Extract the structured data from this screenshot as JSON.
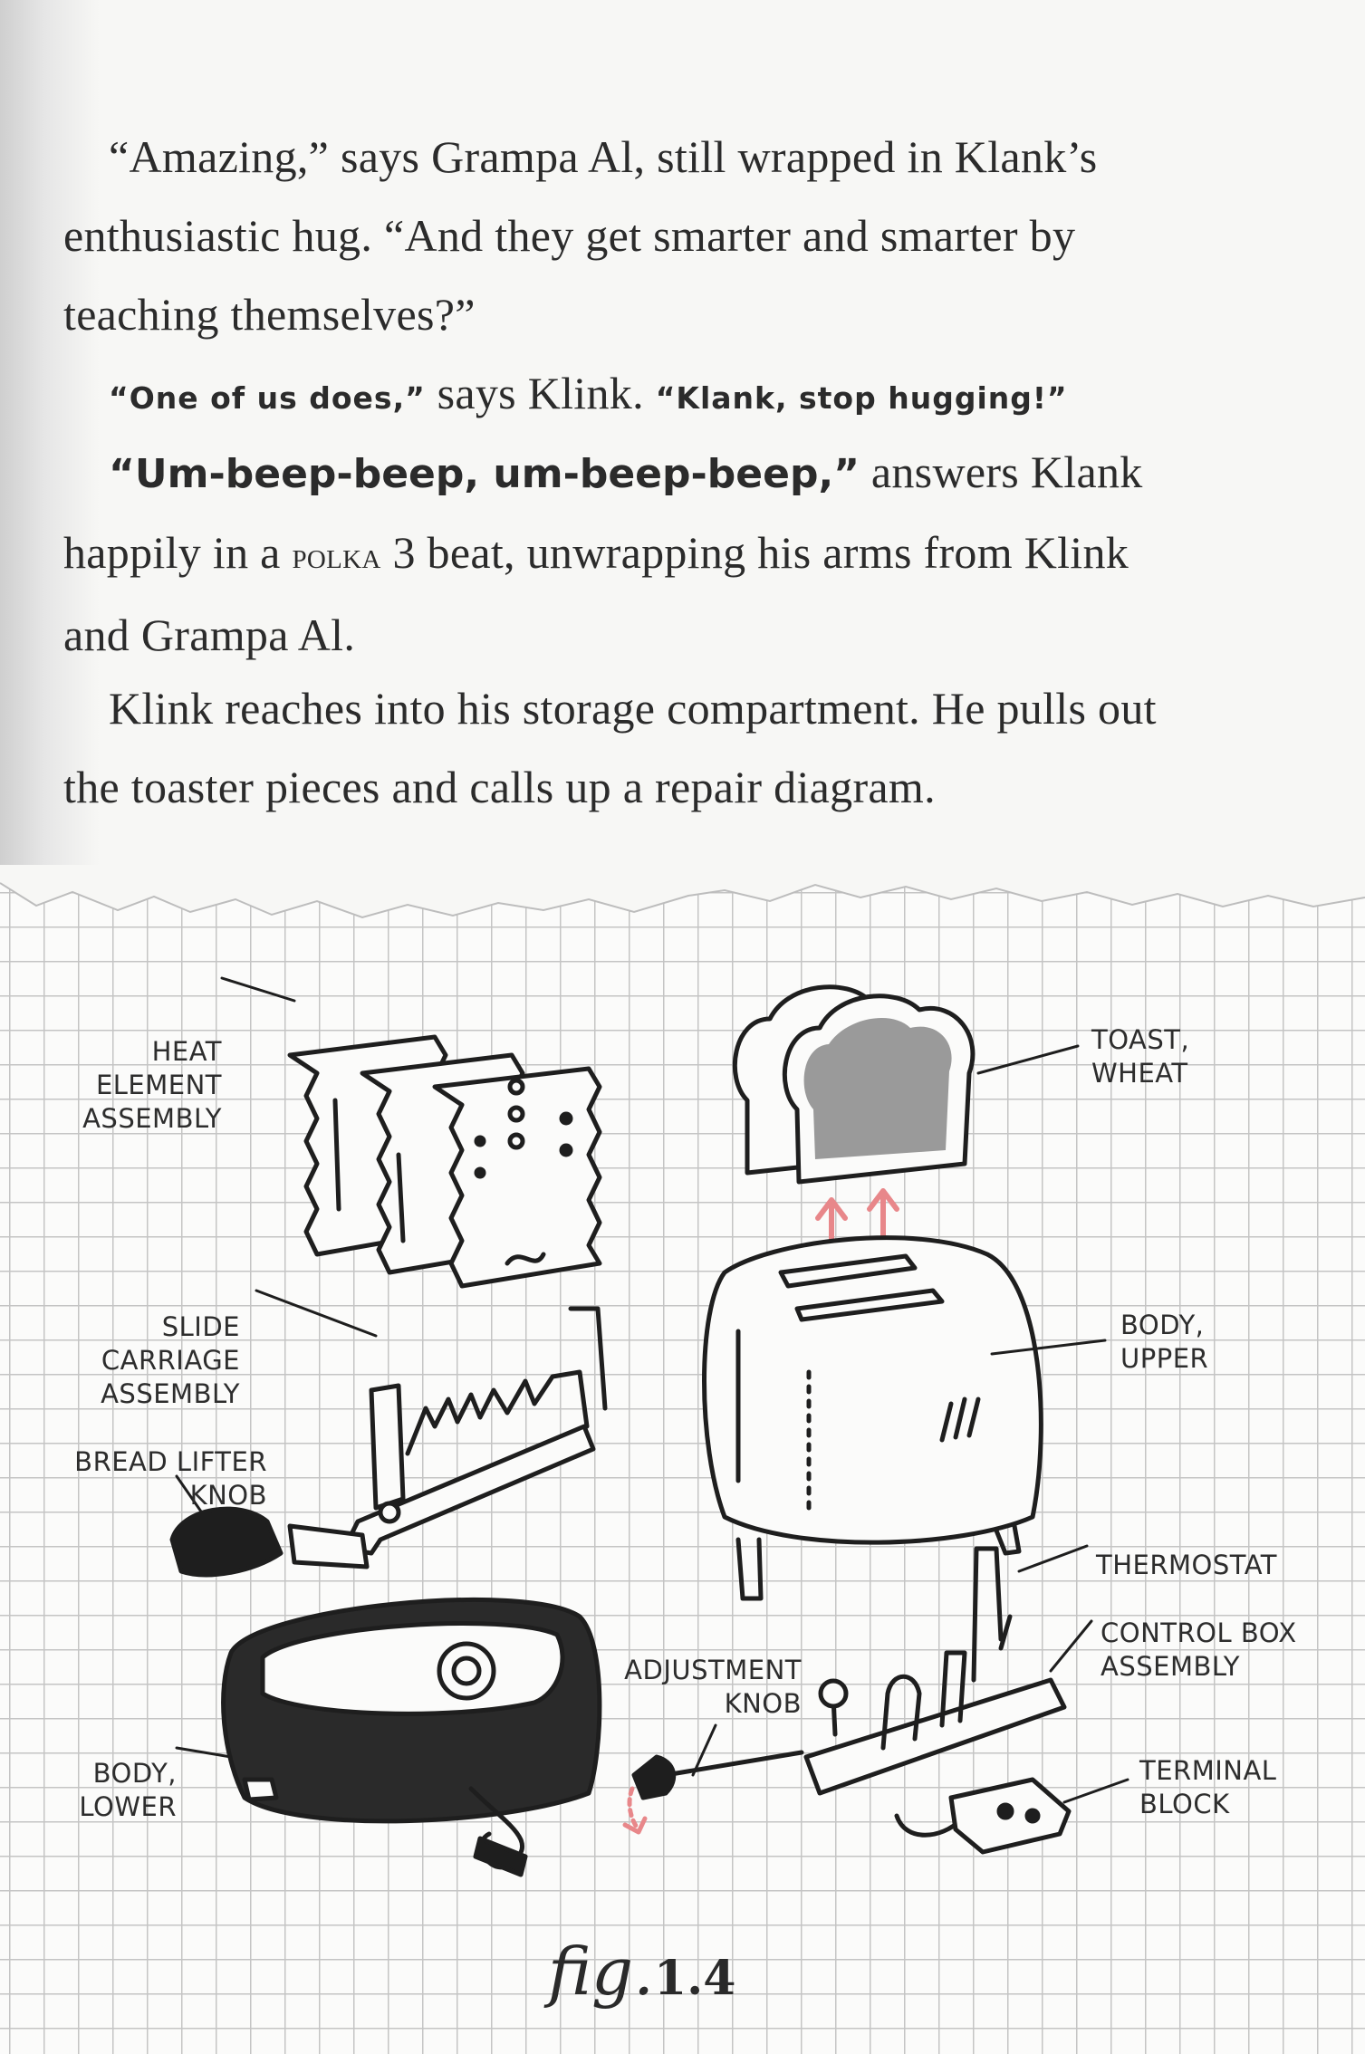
{
  "prose": {
    "p1": "“Amazing,” says Grampa Al, still wrapped in Klank’s enthusiastic hug. “And they get smarter and smarter by teaching themselves?”",
    "p2_robot1": "“One of us does,”",
    "p2_plain": " says Klink. ",
    "p2_robot2": "“Klank, stop hugging!”",
    "p3_robot": "“Um-beep-beep, um-beep-beep,”",
    "p3_a": " answers Klank happily in a ",
    "p3_sc": "polka",
    "p3_b": " 3 beat, unwrapping his arms from Klink and Grampa Al.",
    "p4": "Klink reaches into his storage compartment. He pulls out the toaster pieces and calls up a repair diagram."
  },
  "diagram": {
    "labels": {
      "heat_element": [
        "HEAT ELEMENT",
        "ASSEMBLY"
      ],
      "toast": [
        "TOAST,",
        "WHEAT"
      ],
      "slide_carriage": [
        "SLIDE CARRIAGE",
        "ASSEMBLY"
      ],
      "body_upper": [
        "BODY,",
        "UPPER"
      ],
      "bread_lifter": [
        "BREAD LIFTER",
        "KNOB"
      ],
      "thermostat": [
        "THERMOSTAT"
      ],
      "control_box": [
        "CONTROL BOX",
        "ASSEMBLY"
      ],
      "adjustment_knob": [
        "ADJUSTMENT",
        "KNOB"
      ],
      "body_lower": [
        "BODY,",
        "LOWER"
      ],
      "terminal_block": [
        "TERMINAL",
        "BLOCK"
      ]
    },
    "fig_prefix": "fig.",
    "fig_number": "1.4",
    "colors": {
      "ink": "#1e1e1e",
      "arrow": "#e8878a",
      "grid": "#c4c4c4"
    }
  }
}
